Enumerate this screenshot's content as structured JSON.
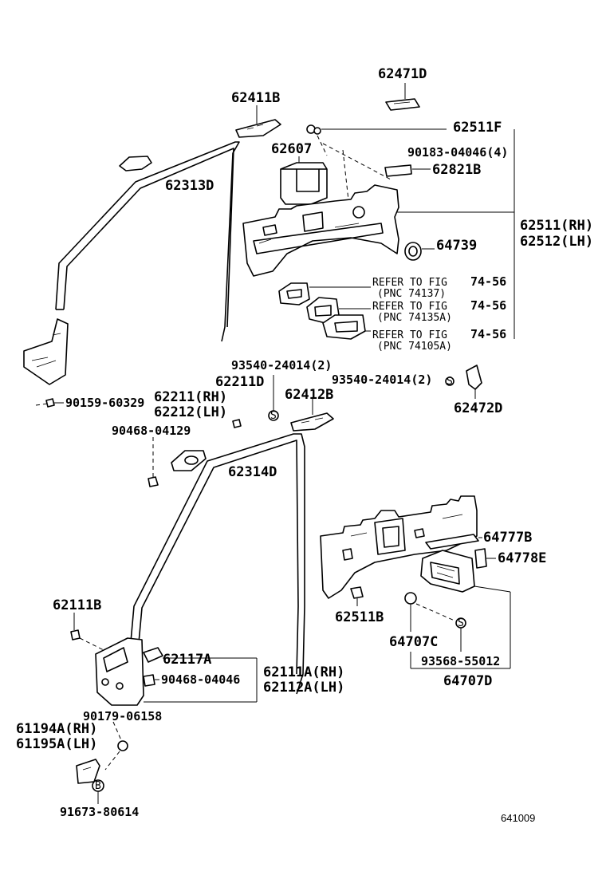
{
  "labels": {
    "p62471D": "62471D",
    "p62411B": "62411B",
    "p62511F": "62511F",
    "p62607": "62607",
    "p90183": "90183-04046(4)",
    "p62313D": "62313D",
    "p62821B": "62821B",
    "p62511RH": "62511(RH)",
    "p62512LH": "62512(LH)",
    "p64739": "64739",
    "refer1": "REFER TO FIG",
    "refer1pnc": "(PNC 74137)",
    "refer1fig": "74-56",
    "refer2": "REFER TO FIG",
    "refer2pnc": "(PNC 74135A)",
    "refer2fig": "74-56",
    "refer3": "REFER TO FIG",
    "refer3pnc": "(PNC 74105A)",
    "refer3fig": "74-56",
    "p93540a": "93540-24014(2)",
    "p62211D": "62211D",
    "p93540b": "93540-24014(2)",
    "p62412B": "62412B",
    "p90159": "90159-60329",
    "p62211RH": "62211(RH)",
    "p62212LH": "62212(LH)",
    "p62472D": "62472D",
    "p90468a": "90468-04129",
    "p62314D": "62314D",
    "p64777B": "64777B",
    "p64778E": "64778E",
    "p62111B": "62111B",
    "p62511B": "62511B",
    "p64707C": "64707C",
    "p62117A": "62117A",
    "p62111ARH": "62111A(RH)",
    "p62112ALH": "62112A(LH)",
    "p90468b": "90468-04046",
    "p93568": "93568-55012",
    "p64707D": "64707D",
    "p90179": "90179-06158",
    "p61194A": "61194A(RH)",
    "p61195A": "61195A(LH)",
    "p91673": "91673-80614",
    "figcode": "641009",
    "mark_s": "S",
    "mark_b": "B"
  }
}
